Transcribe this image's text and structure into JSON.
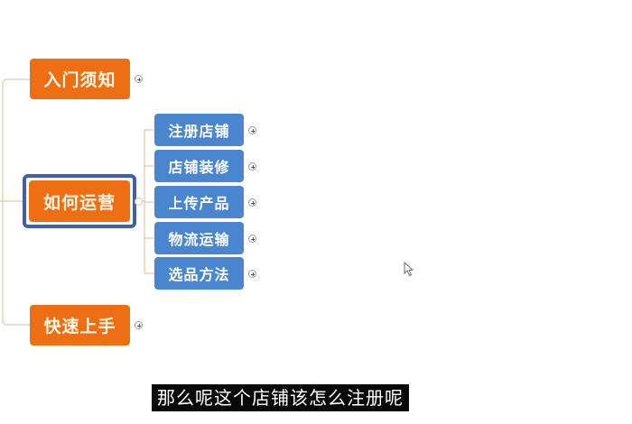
{
  "mindmap": {
    "left_branches": [
      {
        "label": "入门须知",
        "color": "#ee6f13",
        "collapsed": true
      },
      {
        "label": "如何运营",
        "color": "#ee6f13",
        "selected": true,
        "selection_color": "#3f5fad",
        "children": [
          {
            "label": "注册店铺",
            "color": "#4a86d0",
            "collapsed": true
          },
          {
            "label": "店铺装修",
            "color": "#4a86d0",
            "collapsed": true
          },
          {
            "label": "上传产品",
            "color": "#4a86d0",
            "collapsed": true
          },
          {
            "label": "物流运输",
            "color": "#4a86d0",
            "collapsed": true
          },
          {
            "label": "选品方法",
            "color": "#4a86d0",
            "collapsed": true
          }
        ]
      },
      {
        "label": "快速上手",
        "color": "#ee6f13",
        "collapsed": true
      }
    ],
    "connector_color": "#e0c8a8"
  },
  "subtitle": "那么呢这个店铺该怎么注册呢",
  "icons": {
    "expand": "plus-circle-icon",
    "cursor": "mouse-pointer-icon"
  }
}
